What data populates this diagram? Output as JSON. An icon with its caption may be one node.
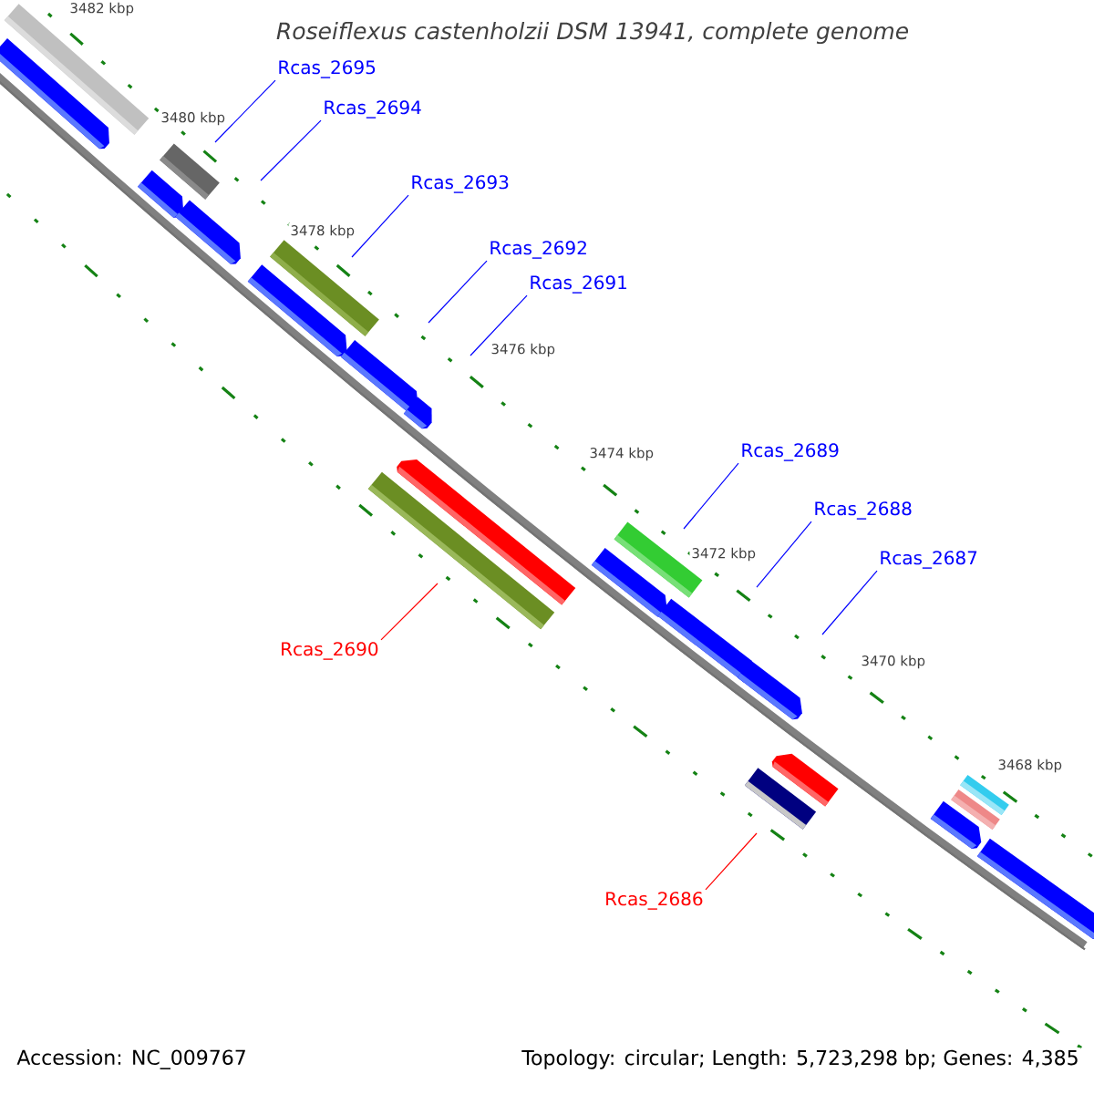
{
  "diagram": {
    "title": "Roseiflexus castenholzii DSM 13941, complete genome",
    "nodes": [
      {
        "text": [
          "Rcas_2695"
        ]
      },
      {
        "text": [
          "Rcas_2694"
        ]
      },
      {
        "text": [
          "Rcas_2693"
        ]
      },
      {
        "text": [
          "Rcas_2692"
        ]
      },
      {
        "text": [
          "Rcas_2691"
        ]
      },
      {
        "text": [
          "Rcas_2689"
        ]
      },
      {
        "text": [
          "Rcas_2688"
        ]
      },
      {
        "text": [
          "Rcas_2687"
        ]
      },
      {
        "text": [
          "Rcas_2690"
        ]
      },
      {
        "text": [
          "Rcas_2686"
        ]
      }
    ],
    "edges": [
      {
        "from": 0,
        "to": null,
        "arrow": "none"
      },
      {
        "from": 1,
        "to": null,
        "arrow": "none"
      },
      {
        "from": 2,
        "to": null,
        "arrow": "none"
      },
      {
        "from": 3,
        "to": null,
        "arrow": "none"
      },
      {
        "from": 4,
        "to": null,
        "arrow": "none"
      },
      {
        "from": 5,
        "to": null,
        "arrow": "none"
      },
      {
        "from": 6,
        "to": null,
        "arrow": "none"
      },
      {
        "from": 7,
        "to": null,
        "arrow": "none"
      },
      {
        "from": 8,
        "to": null,
        "arrow": "none",
        "color": "#ff0000"
      },
      {
        "from": 9,
        "to": null,
        "arrow": "none",
        "color": "#ff0000"
      }
    ],
    "labels": [
      "3482 kbp",
      "3480 kbp",
      "3478 kbp",
      "3476 kbp",
      "3474 kbp",
      "3472 kbp",
      "3470 kbp",
      "3468 kbp",
      "Accession: NC_009767",
      "Topology: circular; Length: 5,723,298 bp; Genes: 4,385"
    ]
  }
}
